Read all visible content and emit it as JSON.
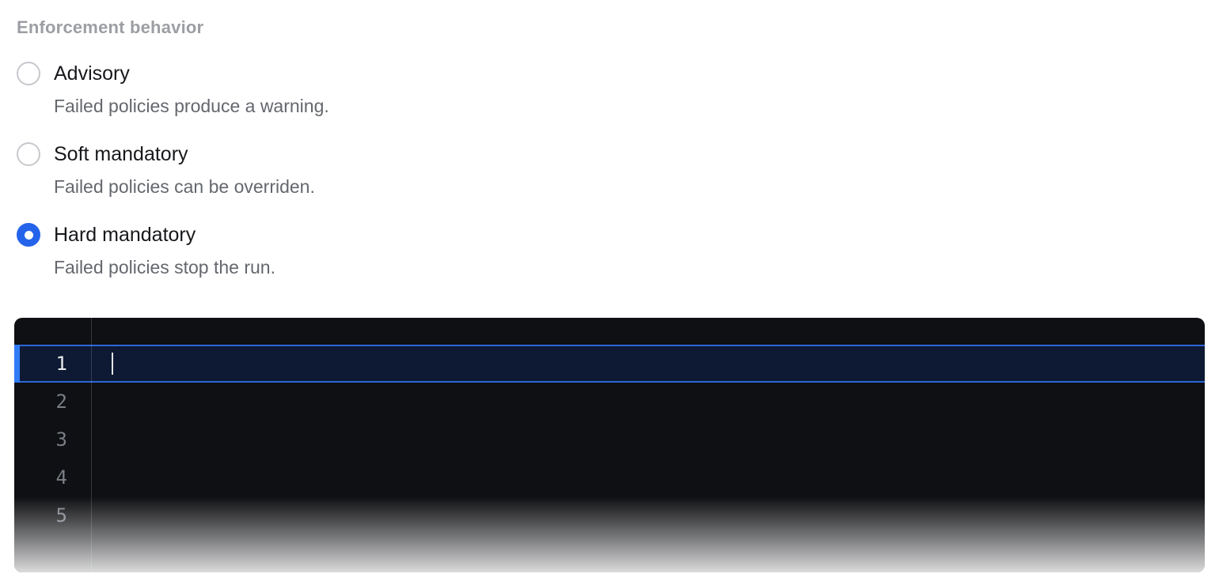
{
  "form": {
    "label": "Enforcement behavior",
    "accent_color": "#2563eb",
    "options": [
      {
        "id": "advisory",
        "label": "Advisory",
        "description": "Failed policies produce a warning.",
        "selected": false
      },
      {
        "id": "soft-mandatory",
        "label": "Soft mandatory",
        "description": "Failed policies can be overriden.",
        "selected": false
      },
      {
        "id": "hard-mandatory",
        "label": "Hard mandatory",
        "description": "Failed policies stop the run.",
        "selected": true
      }
    ]
  },
  "editor": {
    "line_numbers": [
      "1",
      "2",
      "3",
      "4",
      "5"
    ],
    "active_line": 1,
    "content": "",
    "colors": {
      "background": "#0f1013",
      "active_line_background": "#0e1a33",
      "active_line_border": "#2d66d9",
      "active_line_marker": "#2f7bf6",
      "line_number": "#7a7e86",
      "active_line_number": "#e9eaec"
    }
  }
}
